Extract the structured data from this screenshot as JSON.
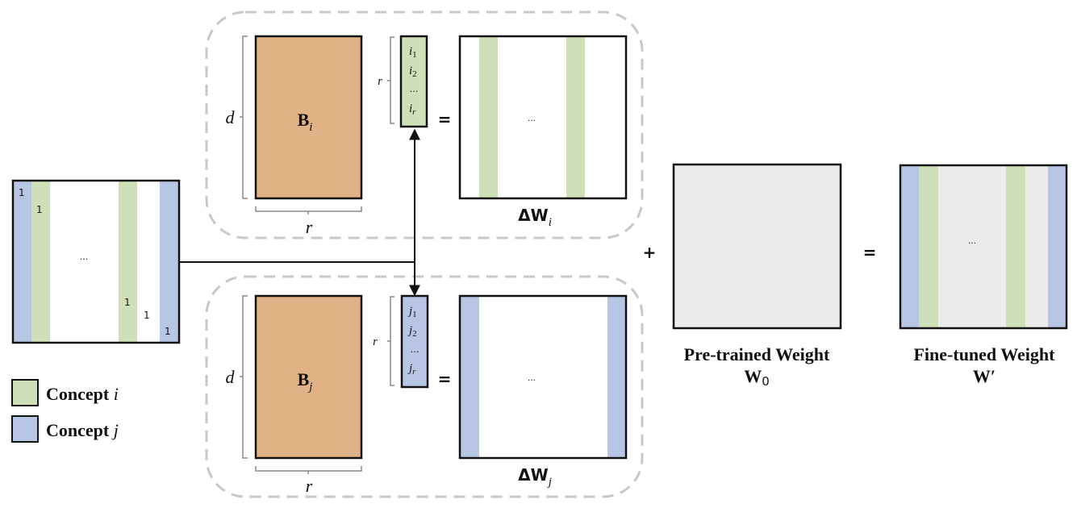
{
  "colors": {
    "concept_i": "#cfe0b9",
    "concept_j": "#b8c6e6",
    "b_matrix": "#e0b285",
    "pretrained": "#ececec",
    "dashed": "#c8c8c8",
    "bracket": "#888888",
    "stroke": "#111111"
  },
  "legend": {
    "items": [
      {
        "label": "Concept",
        "var": "i",
        "color_key": "concept_i"
      },
      {
        "label": "Concept",
        "var": "j",
        "color_key": "concept_j"
      }
    ]
  },
  "selector_matrix": {
    "ellipsis": "…",
    "ones": [
      "1",
      "1",
      "1",
      "1",
      "1"
    ]
  },
  "branch_i": {
    "dim_d": "d",
    "dim_r_bottom": "r",
    "dim_r_side": "r",
    "b_label": "B",
    "b_sub": "i",
    "vector_entries": [
      {
        "base": "i",
        "sub": "1"
      },
      {
        "base": "i",
        "sub": "2"
      },
      {
        "base": "…",
        "sub": ""
      },
      {
        "base": "i",
        "sub": "r"
      }
    ],
    "equals": "=",
    "delta_label": "ΔW",
    "delta_sub": "i",
    "ellipsis": "…"
  },
  "branch_j": {
    "dim_d": "d",
    "dim_r_bottom": "r",
    "dim_r_side": "r",
    "b_label": "B",
    "b_sub": "j",
    "vector_entries": [
      {
        "base": "j",
        "sub": "1"
      },
      {
        "base": "j",
        "sub": "2"
      },
      {
        "base": "…",
        "sub": ""
      },
      {
        "base": "j",
        "sub": "r"
      }
    ],
    "equals": "=",
    "delta_label": "ΔW",
    "delta_sub": "j",
    "ellipsis": "…"
  },
  "plus": "+",
  "equals_final": "=",
  "pretrained": {
    "title": "Pre-trained Weight",
    "symbol": "W",
    "sub": "0"
  },
  "finetuned": {
    "title": "Fine-tuned Weight",
    "symbol": "W′",
    "ellipsis": "…"
  }
}
